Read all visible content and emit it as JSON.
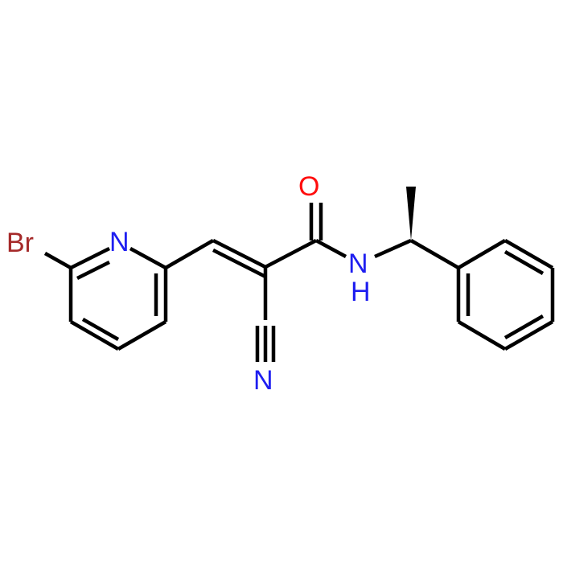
{
  "molecule": {
    "atom_labels": {
      "bromine": "Br",
      "pyridine_nitrogen": "N",
      "carbonyl_oxygen": "O",
      "nitrile_nitrogen": "N",
      "amide_nitrogen": "N",
      "amide_hydrogen": "H"
    }
  },
  "colors": {
    "bond": "#000000",
    "bromine": "#a52a2a",
    "nitrogen": "#1e1ef0",
    "oxygen": "#ff0d0d",
    "background": "#ffffff"
  }
}
